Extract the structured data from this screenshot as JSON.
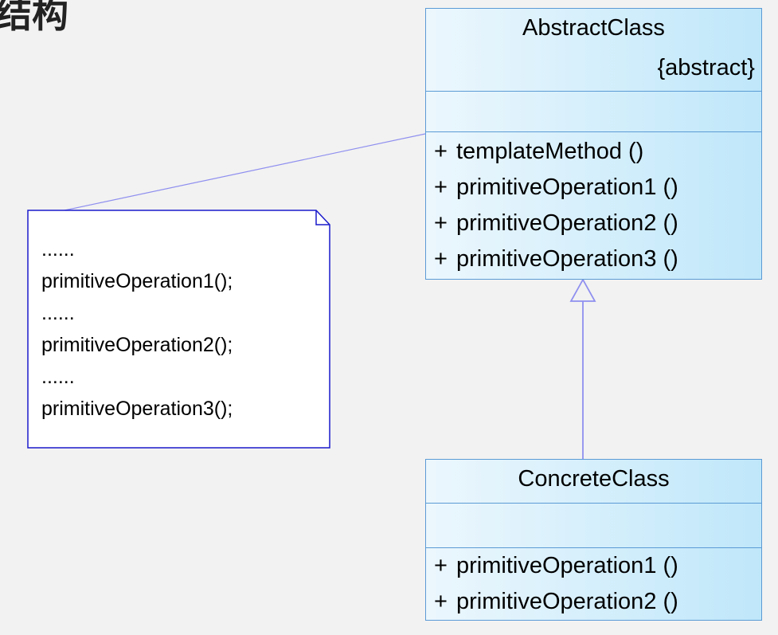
{
  "heading": "结构",
  "abstract_class": {
    "name": "AbstractClass",
    "stereotype": "{abstract}",
    "operations": [
      {
        "visibility": "+",
        "signature": "templateMethod ()"
      },
      {
        "visibility": "+",
        "signature": "primitiveOperation1 ()"
      },
      {
        "visibility": "+",
        "signature": "primitiveOperation2 ()"
      },
      {
        "visibility": "+",
        "signature": "primitiveOperation3 ()"
      }
    ]
  },
  "concrete_class": {
    "name": "ConcreteClass",
    "operations": [
      {
        "visibility": "+",
        "signature": "primitiveOperation1 ()"
      },
      {
        "visibility": "+",
        "signature": "primitiveOperation2 ()"
      }
    ]
  },
  "note": {
    "lines": [
      "......",
      "primitiveOperation1();",
      "......",
      "primitiveOperation2();",
      "......",
      "primitiveOperation3();"
    ]
  },
  "colors": {
    "class_border": "#5b9bd5",
    "class_fill_light": "#ecf7fd",
    "class_fill_dark": "#bfe7fa",
    "note_border": "#1a1acc",
    "connector": "#8f8ff0",
    "background": "#f2f2f2"
  }
}
